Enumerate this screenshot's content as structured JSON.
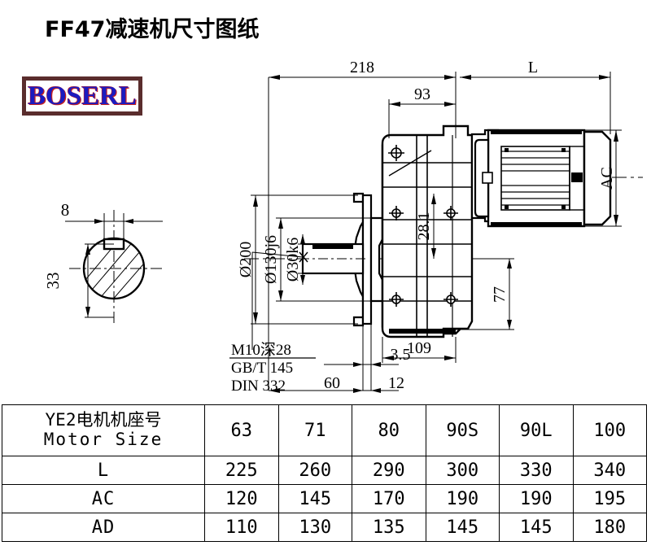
{
  "page": {
    "title": "FF47减速机尺寸图纸",
    "logo_text": "BOSERL",
    "logo_border_color": "#5a2d2d",
    "logo_text_color": "#1b1bc0",
    "logo_shadow_color": "#c81f1f"
  },
  "drawing": {
    "keyway_detail": {
      "width_dim": "8",
      "height_dim": "33"
    },
    "dimensions": {
      "top_overall": "218",
      "motor_length": "L",
      "housing_top": "93",
      "bore_outer": "Ø200",
      "bore_pilot": "Ø130j6",
      "shaft": "Ø30k6",
      "offset_height": "28.1",
      "center_height": "77",
      "housing_width": "109",
      "flange_thickness": "3.5",
      "shaft_length": "60",
      "shaft_step": "12",
      "motor_height": "AC"
    },
    "notes": [
      "M10深28",
      "GB/T 145",
      "DIN 332"
    ]
  },
  "table": {
    "header_label_line1": "YE2电机机座号",
    "header_label_line2": "Motor Size",
    "motor_sizes": [
      "63",
      "71",
      "80",
      "90S",
      "90L",
      "100"
    ],
    "rows": [
      {
        "label": "L",
        "values": [
          "225",
          "260",
          "290",
          "300",
          "330",
          "340"
        ]
      },
      {
        "label": "AC",
        "values": [
          "120",
          "145",
          "170",
          "190",
          "190",
          "195"
        ]
      },
      {
        "label": "AD",
        "values": [
          "110",
          "130",
          "135",
          "145",
          "145",
          "180"
        ]
      }
    ]
  }
}
